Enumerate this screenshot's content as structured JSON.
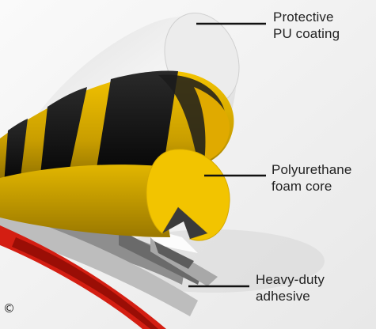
{
  "labels": {
    "coating": {
      "line1": "Protective",
      "line2": "PU coating"
    },
    "core": {
      "line1": "Polyurethane",
      "line2": "foam core"
    },
    "adhesive": {
      "line1": "Heavy-duty",
      "line2": "adhesive"
    }
  },
  "copyright": "©",
  "colors": {
    "background": "#f2f2f2",
    "coating": "#e6e6e6",
    "foam": "#f2c400",
    "stripe_dark": "#1a1a1a",
    "adhesive_red": "#d41e12",
    "layer_grey": "#8e8e8e"
  }
}
